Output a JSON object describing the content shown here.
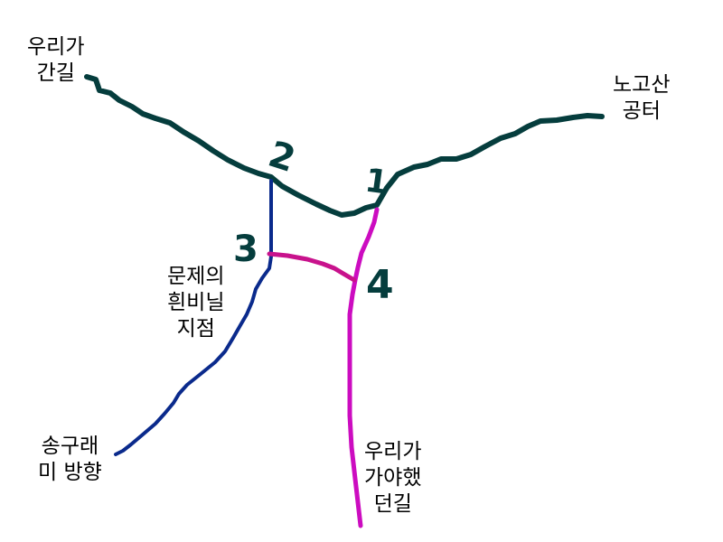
{
  "colors": {
    "main_trail": "#053d3d",
    "blue_trail": "#0a2a8c",
    "magenta_trail": "#cc0cc0",
    "connector": "#c8128c",
    "text": "#000000"
  },
  "labels": {
    "start_trail": [
      "우리가",
      "간길"
    ],
    "nogosan": [
      "노고산",
      "공터"
    ],
    "problem_spot": [
      "문제의",
      "흰비닐",
      "지점"
    ],
    "songgurae": [
      "송구래",
      "미 방향"
    ],
    "intended_trail": [
      "우리가",
      "가야했",
      "던길"
    ]
  },
  "junctions": {
    "j1": "1",
    "j2": "2",
    "j3": "3",
    "j4": "4"
  }
}
